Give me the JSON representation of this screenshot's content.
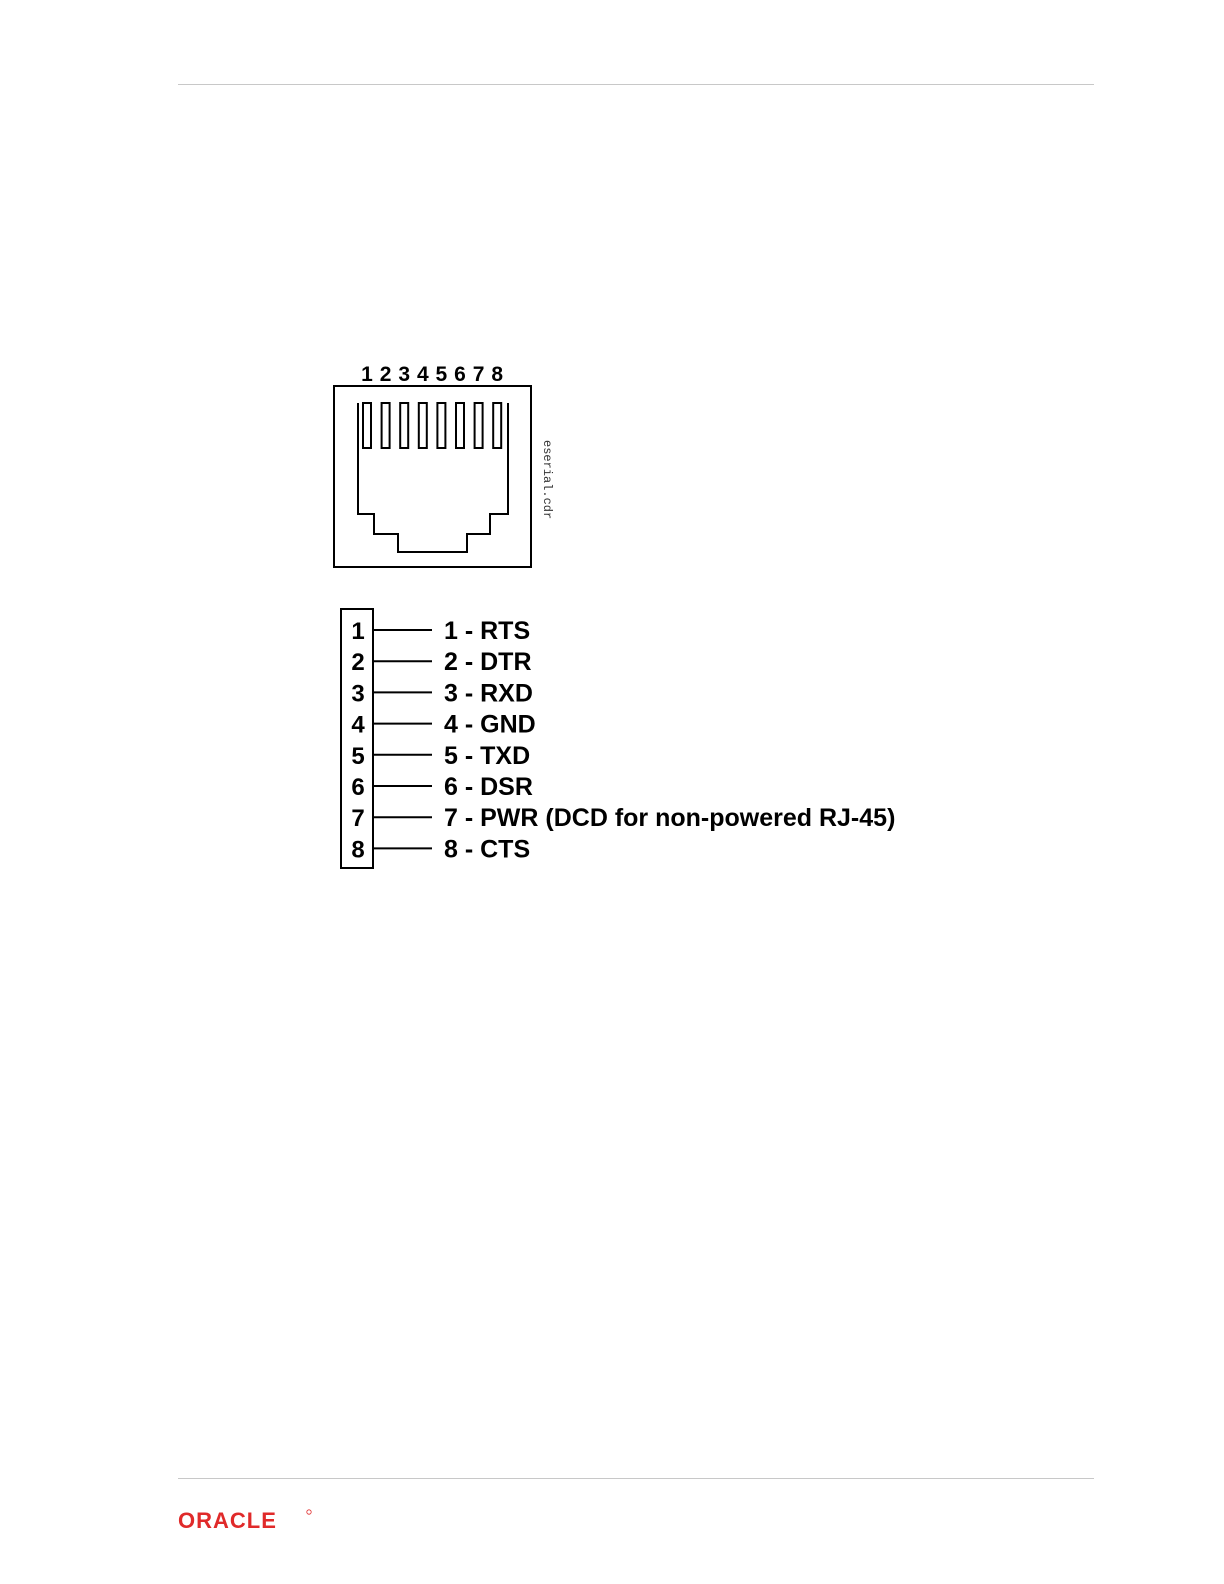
{
  "connector": {
    "top_pin_numbers": [
      "1",
      "2",
      "3",
      "4",
      "5",
      "6",
      "7",
      "8"
    ],
    "file_tag": "eserial.cdr"
  },
  "pinout": [
    {
      "pin": "1",
      "label": "1 - RTS"
    },
    {
      "pin": "2",
      "label": "2 - DTR"
    },
    {
      "pin": "3",
      "label": "3 - RXD"
    },
    {
      "pin": "4",
      "label": "4 - GND"
    },
    {
      "pin": "5",
      "label": "5 - TXD"
    },
    {
      "pin": "6",
      "label": "6 - DSR"
    },
    {
      "pin": "7",
      "label": "7 - PWR (DCD for non-powered RJ-45)"
    },
    {
      "pin": "8",
      "label": "8 - CTS"
    }
  ],
  "footer": {
    "logo_text": "ORACLE",
    "brand_color": "#e02a2a"
  }
}
